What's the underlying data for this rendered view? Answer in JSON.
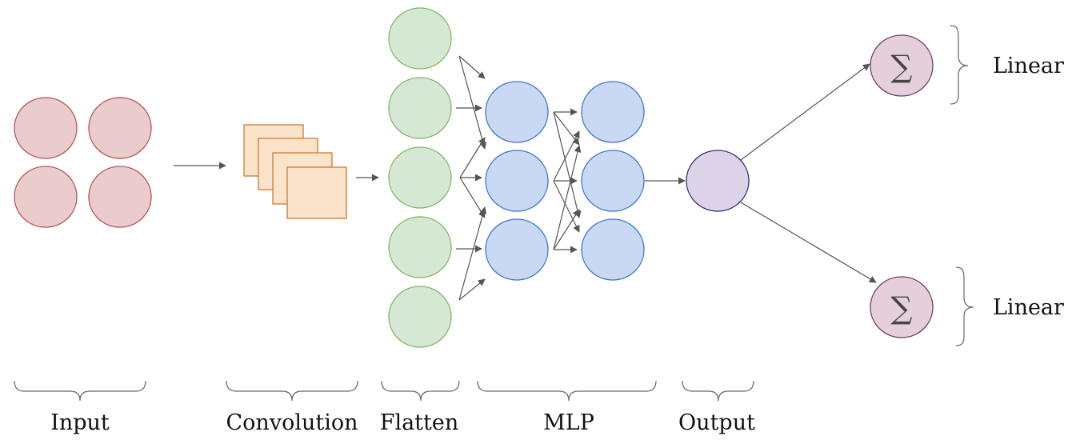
{
  "colors": {
    "input_fill": "#ebcccc",
    "input_stroke": "#b85450",
    "conv_fill": "#f9e3ca",
    "conv_stroke": "#d07a2e",
    "flatten_fill": "#d5e8d4",
    "flatten_stroke": "#82b366",
    "mlp_fill": "#c9d9f4",
    "mlp_stroke": "#3b73d6",
    "output_fill": "#dcd3e9",
    "output_stroke": "#3a2a6b",
    "sum_fill": "#e4cfdb",
    "sum_stroke": "#6d3f5c"
  },
  "sections": {
    "input": "Input",
    "convolution": "Convolution",
    "flatten": "Flatten",
    "mlp": "MLP",
    "output": "Output"
  },
  "heads": {
    "top_label": "Linear",
    "bottom_label": "Linear",
    "symbol": "∑"
  }
}
